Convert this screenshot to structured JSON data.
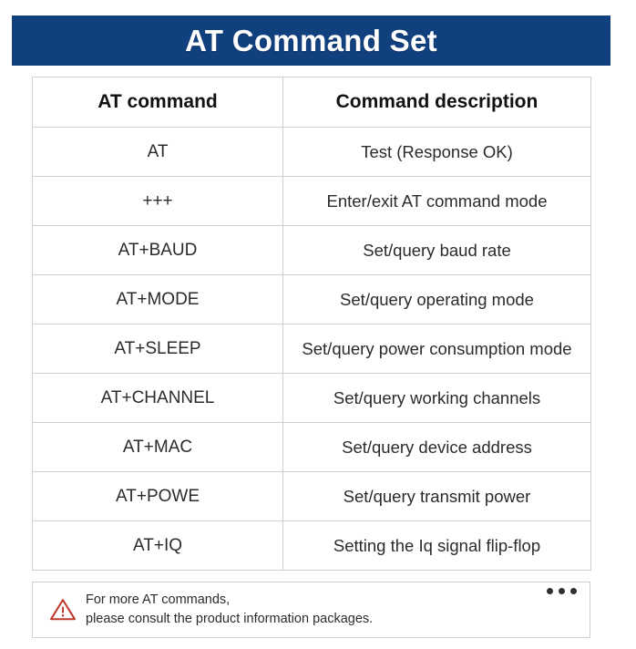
{
  "banner": {
    "title": "AT Command Set",
    "background_color": "#11407f",
    "text_color": "#ffffff"
  },
  "table": {
    "columns": [
      "AT command",
      "Command description"
    ],
    "rows": [
      {
        "command": "AT",
        "description": "Test (Response OK)"
      },
      {
        "command": "+++",
        "description": "Enter/exit AT command mode"
      },
      {
        "command": "AT+BAUD",
        "description": "Set/query baud rate"
      },
      {
        "command": "AT+MODE",
        "description": "Set/query operating mode"
      },
      {
        "command": "AT+SLEEP",
        "description": "Set/query power consumption mode"
      },
      {
        "command": "AT+CHANNEL",
        "description": "Set/query working channels"
      },
      {
        "command": "AT+MAC",
        "description": "Set/query device address"
      },
      {
        "command": "AT+POWE",
        "description": "Set/query transmit power"
      },
      {
        "command": "AT+IQ",
        "description": "Setting the Iq signal flip-flop"
      }
    ],
    "border_color": "#cfcfcf"
  },
  "footer": {
    "icon": "warning-triangle-icon",
    "icon_color": "#c0392b",
    "line1": "For more AT commands,",
    "line2": "please consult the product information packages.",
    "ellipsis": "•••"
  }
}
